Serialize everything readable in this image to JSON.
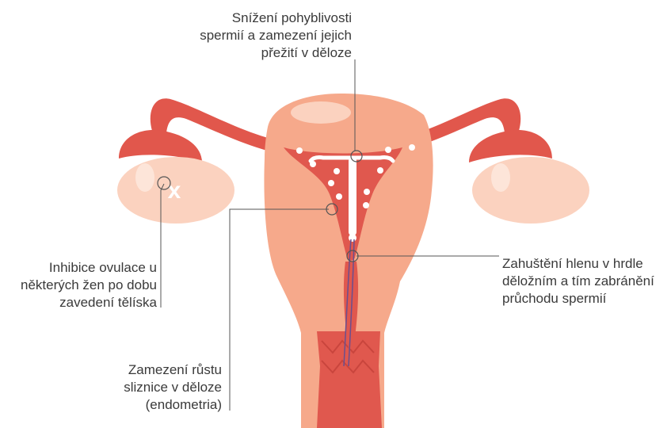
{
  "diagram": {
    "labels": {
      "sperm_motility": [
        "Snížení pohyblivosti",
        "spermií a zamezení jejich",
        "přežití v děloze"
      ],
      "ovulation": [
        "Inhibice ovulace u",
        "některých žen po dobu",
        "zavedení tělíska"
      ],
      "endometrium": [
        "Zamezení růstu",
        "sliznice v děloze",
        "(endometria)"
      ],
      "cervical_mucus": [
        "Zahuštění hlenu v hrdle",
        "děložním a tím zabránění",
        "průchodu spermií"
      ]
    },
    "ovary_mark": "x",
    "colors": {
      "tissue_light": "#f6a98b",
      "tissue_pale": "#fbd2bf",
      "tube_red": "#e1574c",
      "cavity_red": "#e0584e",
      "iud_white": "#ffffff",
      "strings": "#6a4f8f",
      "leader_line": "#555555",
      "text": "#3a3a3a"
    }
  }
}
